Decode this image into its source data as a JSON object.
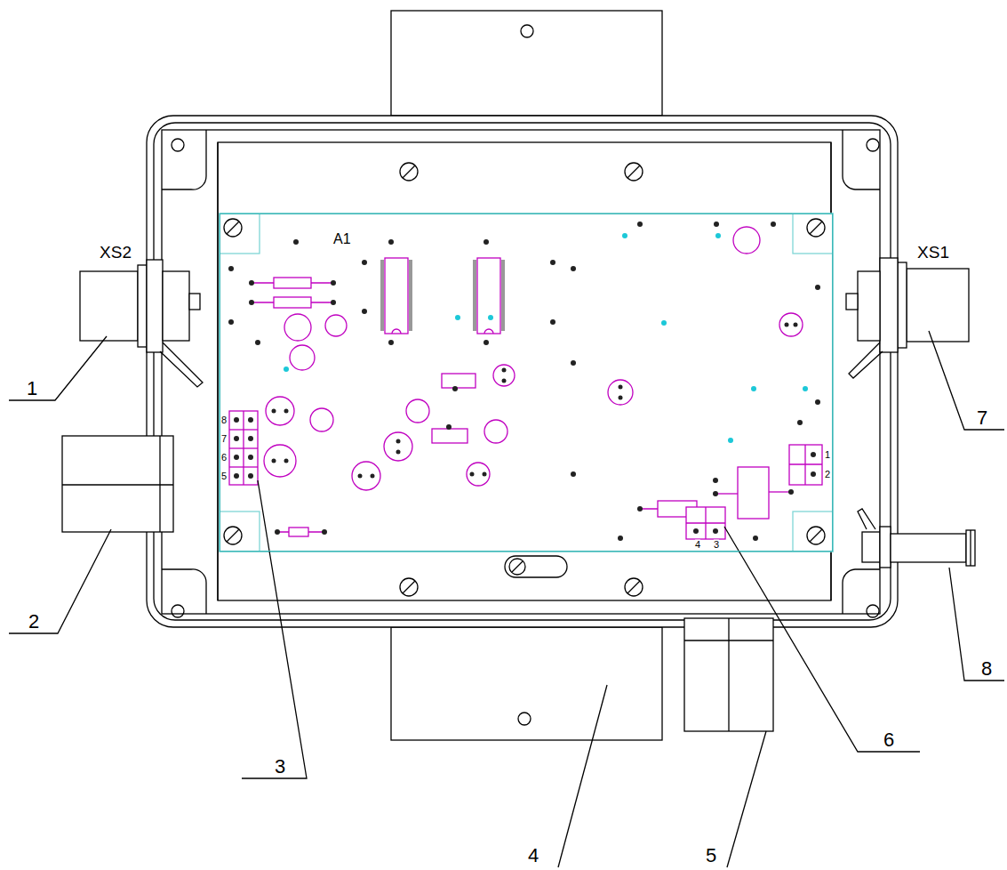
{
  "diagram": {
    "nodes": [
      {
        "text": [
          "A1"
        ]
      }
    ],
    "labels": [
      "XS2",
      "XS1",
      "1",
      "2",
      "3",
      "4",
      "5",
      "6",
      "7",
      "8",
      "8",
      "7",
      "6",
      "5",
      "1",
      "2",
      "4",
      "3"
    ]
  }
}
